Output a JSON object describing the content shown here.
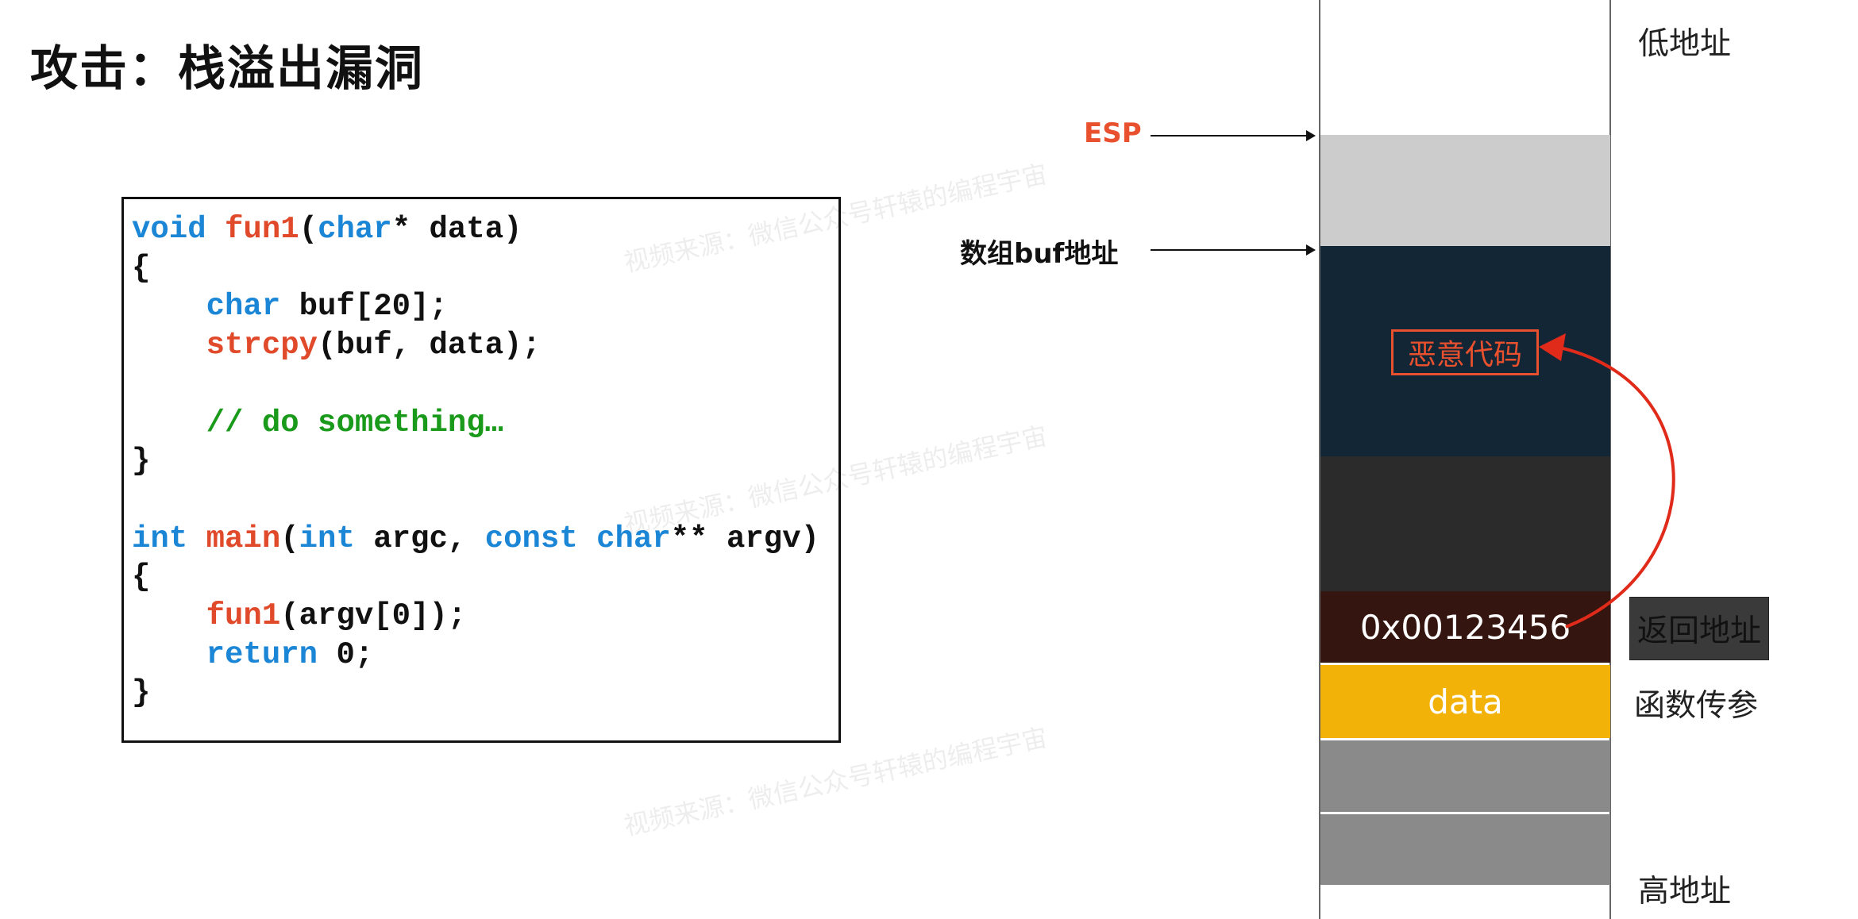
{
  "title": "攻击：栈溢出漏洞",
  "code": {
    "l1": {
      "a": "void",
      "b": " ",
      "c": "fun1",
      "d": "(",
      "e": "char",
      "f": "* data)"
    },
    "l2": "{",
    "l3": {
      "a": "    ",
      "b": "char",
      "c": " buf[20];"
    },
    "l4": {
      "a": "    ",
      "b": "strcpy",
      "c": "(buf, data);"
    },
    "l6": {
      "a": "    ",
      "b": "// do something…"
    },
    "l7": "}",
    "l9": {
      "a": "int",
      "b": " ",
      "c": "main",
      "d": "(",
      "e": "int",
      "f": " argc, ",
      "g": "const",
      "h": " ",
      "i": "char",
      "j": "** argv)"
    },
    "l10": "{",
    "l11": {
      "a": "    ",
      "b": "fun1",
      "c": "(argv[0]);"
    },
    "l12": {
      "a": "    ",
      "b": "return",
      "c": " 0;"
    },
    "l13": "}"
  },
  "stack": {
    "low_address": "低地址",
    "high_address": "高地址",
    "esp": "ESP",
    "buf_address": "数组buf地址",
    "malicious_code": "恶意代码",
    "return_value": "0x00123456",
    "return_address": "返回地址",
    "data": "data",
    "param_label": "函数传参"
  },
  "watermark": "视频来源：微信公众号轩辕的编程宇宙",
  "colors": {
    "keyword": "#1b86d6",
    "function": "#e04a2a",
    "comment": "#1a9a1a",
    "accent": "#e8502e"
  }
}
